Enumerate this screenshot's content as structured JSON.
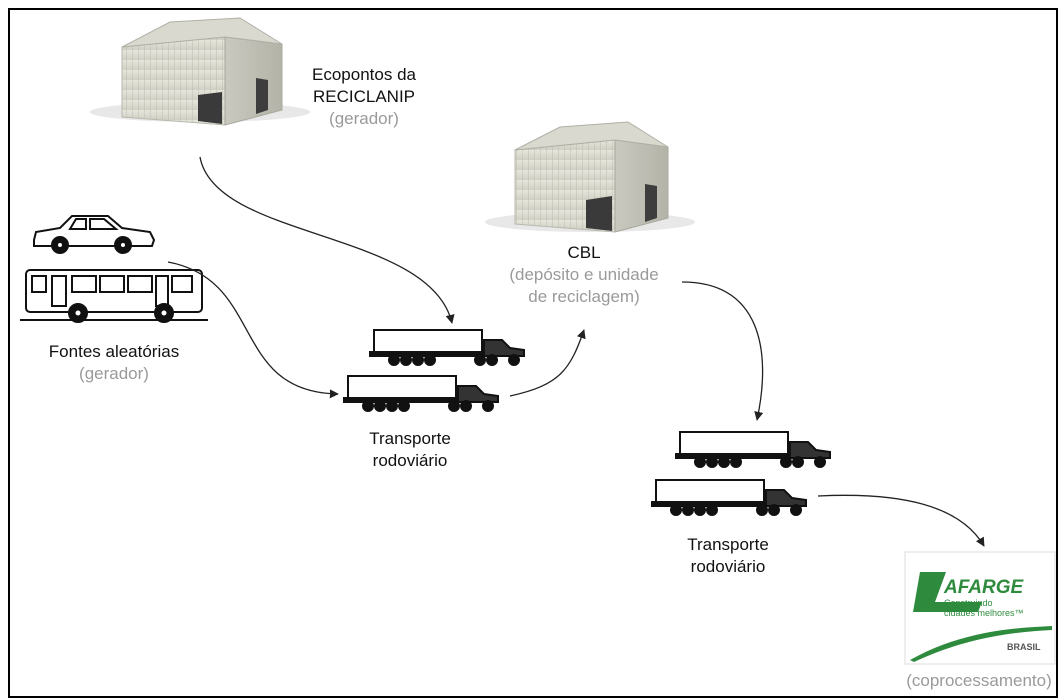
{
  "nodes": {
    "ecopontos": {
      "line1": "Ecopontos da",
      "line2": "RECICLANIP",
      "role": "(gerador)"
    },
    "cbl": {
      "name": "CBL",
      "role_line1": "(depósito e unidade",
      "role_line2": "de reciclagem)"
    },
    "fontes": {
      "name": "Fontes aleatórias",
      "role": "(gerador)"
    },
    "transport1": {
      "line1": "Transporte",
      "line2": "rodoviário"
    },
    "transport2": {
      "line1": "Transporte",
      "line2": "rodoviário"
    },
    "lafarge": {
      "brand": "AFARGE",
      "tagline1": "Construindo",
      "tagline2": "cidades melhores™",
      "country": "BRASIL",
      "role": "(coprocessamento)"
    }
  },
  "colors": {
    "border": "#000000",
    "role_text": "#9a9a9a",
    "lafarge_green": "#2e8b3d"
  }
}
